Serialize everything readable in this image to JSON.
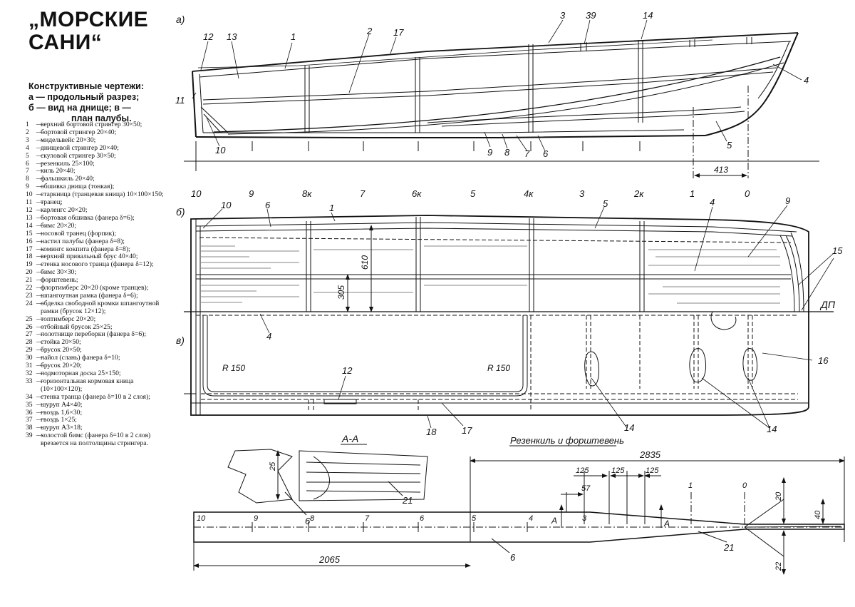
{
  "title": {
    "line1": "„МОРСКИЕ",
    "line2": "САНИ“"
  },
  "subtitle": [
    "Конструктивные чертежи:",
    "а — продольный разрез;",
    "б — вид на днище; в —",
    "план палубы."
  ],
  "legend": [
    {
      "n": "1",
      "t": "верхний бортовой стрингер 30×50;"
    },
    {
      "n": "2",
      "t": "бортовой стрингер 20×40;"
    },
    {
      "n": "3",
      "t": "мидельвейс 20×30;"
    },
    {
      "n": "4",
      "t": "днищевой стрингер 20×40;"
    },
    {
      "n": "5",
      "t": "скуловой стрингер 30×50;"
    },
    {
      "n": "6",
      "t": "резенкиль 25×100;"
    },
    {
      "n": "7",
      "t": "киль 20×40;"
    },
    {
      "n": "8",
      "t": "фальшкиль 20×40;"
    },
    {
      "n": "9",
      "t": "обшивка днища (тонкая);"
    },
    {
      "n": "10",
      "t": "старкница (транцевая кница) 10×100×150;"
    },
    {
      "n": "11",
      "t": "транец;"
    },
    {
      "n": "12",
      "t": "карленгс 20×20;"
    },
    {
      "n": "13",
      "t": "бортовая обшивка (фанера δ=6);"
    },
    {
      "n": "14",
      "t": "бимс 20×20;"
    },
    {
      "n": "15",
      "t": "носовой транец (форпик);"
    },
    {
      "n": "16",
      "t": "настил палубы (фанера δ=8);"
    },
    {
      "n": "17",
      "t": "комингс кокпита (фанера δ=8);"
    },
    {
      "n": "18",
      "t": "верхний привальный брус 40×40;"
    },
    {
      "n": "19",
      "t": "стенка носового транца (фанера δ=12);"
    },
    {
      "n": "20",
      "t": "бимс 30×30;"
    },
    {
      "n": "21",
      "t": "форштевень;"
    },
    {
      "n": "22",
      "t": "флортимберс 20×20 (кроме транцев);"
    },
    {
      "n": "23",
      "t": "шпангоутная рамка (фанера δ=6);"
    },
    {
      "n": "24",
      "t": "обделка свободной кромки шпангоутной рамки (брусок 12×12);"
    },
    {
      "n": "25",
      "t": "топтимберс 20×20;"
    },
    {
      "n": "26",
      "t": "отбойный брусок 25×25;"
    },
    {
      "n": "27",
      "t": "полотнище переборки (фанера δ=6);"
    },
    {
      "n": "28",
      "t": "стойка 20×50;"
    },
    {
      "n": "29",
      "t": "брусок 20×50;"
    },
    {
      "n": "30",
      "t": "пайол (слань) фанера δ=10;"
    },
    {
      "n": "31",
      "t": "брусок 20×20;"
    },
    {
      "n": "32",
      "t": "подмоторная доска 25×150;"
    },
    {
      "n": "33",
      "t": "горизонтальная кормовая кница (10×100×120);"
    },
    {
      "n": "34",
      "t": "стенка транца (фанера δ=10 в 2 слоя);"
    },
    {
      "n": "35",
      "t": "шуруп А4×40;"
    },
    {
      "n": "36",
      "t": "гвоздь 1,6×30;"
    },
    {
      "n": "37",
      "t": "гвоздь 1×25;"
    },
    {
      "n": "38",
      "t": "шуруп А3×18;"
    },
    {
      "n": "39",
      "t": "холостой бимс (фанера δ=10 в 2 слоя) врезается на полтолщины стрингера."
    }
  ],
  "drawing": {
    "view_labels": {
      "a": "а)",
      "b": "б)",
      "v": "в)"
    },
    "station_labels": [
      "10",
      "9",
      "8к",
      "7",
      "6к",
      "5",
      "4к",
      "3",
      "2к",
      "1",
      "0"
    ],
    "side_view_callouts": [
      "12",
      "13",
      "1",
      "2",
      "17",
      "3",
      "39",
      "14",
      "4",
      "11",
      "10",
      "9",
      "8",
      "7",
      "6",
      "5"
    ],
    "side_dim": "413",
    "plan_callouts": [
      "10",
      "6",
      "1",
      "5",
      "4",
      "9",
      "15",
      "4",
      "12",
      "17",
      "18",
      "14",
      "14",
      "16"
    ],
    "plan_dims": {
      "d1": "610",
      "d2": "305"
    },
    "dp_label": "ДП",
    "radius_labels": [
      "R 150",
      "R 150"
    ],
    "section_label": "А-А",
    "section_dim": "25",
    "section_callouts": [
      "6",
      "21"
    ],
    "keel_title": "Резенкиль и форштевень",
    "keel_dims": {
      "total": "2835",
      "s1": "125",
      "s2": "125",
      "s3": "125",
      "s4": "57",
      "aft": "2065",
      "h1": "20",
      "h2": "40",
      "h3": "22"
    },
    "keel_stations": [
      "10",
      "9",
      "8",
      "7",
      "6",
      "5",
      "4",
      "3",
      "1",
      "0"
    ],
    "keel_callouts": [
      "6",
      "21"
    ],
    "keel_markers": [
      "А",
      "А"
    ]
  }
}
